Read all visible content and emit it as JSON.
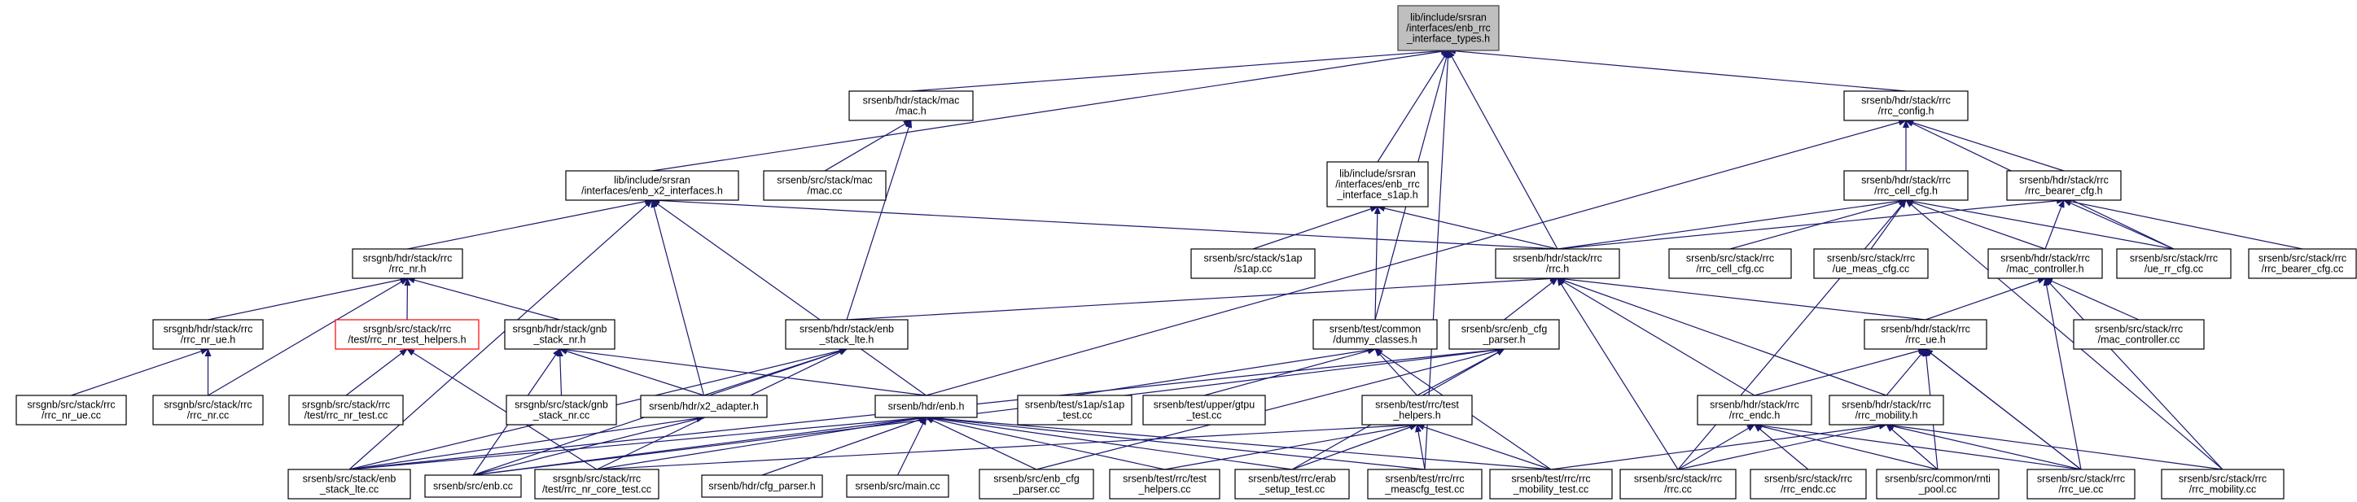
{
  "colors": {
    "edge": "#191970",
    "node_border": "#000000",
    "root_fill": "#bfbfbf",
    "highlight_border": "#ff0000"
  },
  "nodes": [
    {
      "id": "root",
      "lines": [
        "lib/include/srsran",
        "/interfaces/enb_rrc",
        "_interface_types.h"
      ],
      "style": "root"
    },
    {
      "id": "mac_h",
      "lines": [
        "srsenb/hdr/stack/mac",
        "/mac.h"
      ]
    },
    {
      "id": "rrc_config",
      "lines": [
        "srsenb/hdr/stack/rrc",
        "/rrc_config.h"
      ]
    },
    {
      "id": "x2_interfaces",
      "lines": [
        "lib/include/srsran",
        "/interfaces/enb_x2_interfaces.h"
      ]
    },
    {
      "id": "mac_cc",
      "lines": [
        "srsenb/src/stack/mac",
        "/mac.cc"
      ]
    },
    {
      "id": "rrc_interface_s1ap",
      "lines": [
        "lib/include/srsran",
        "/interfaces/enb_rrc",
        "_interface_s1ap.h"
      ]
    },
    {
      "id": "rrc_cell_cfg_h",
      "lines": [
        "srsenb/hdr/stack/rrc",
        "/rrc_cell_cfg.h"
      ]
    },
    {
      "id": "rrc_bearer_cfg_h",
      "lines": [
        "srsenb/hdr/stack/rrc",
        "/rrc_bearer_cfg.h"
      ]
    },
    {
      "id": "rrc_nr_h",
      "lines": [
        "srsgnb/hdr/stack/rrc",
        "/rrc_nr.h"
      ]
    },
    {
      "id": "s1ap_cc",
      "lines": [
        "srsenb/src/stack/s1ap",
        "/s1ap.cc"
      ]
    },
    {
      "id": "rrc_h",
      "lines": [
        "srsenb/hdr/stack/rrc",
        "/rrc.h"
      ]
    },
    {
      "id": "rrc_cell_cfg_cc",
      "lines": [
        "srsenb/src/stack/rrc",
        "/rrc_cell_cfg.cc"
      ]
    },
    {
      "id": "ue_meas_cfg_cc",
      "lines": [
        "srsenb/src/stack/rrc",
        "/ue_meas_cfg.cc"
      ]
    },
    {
      "id": "mac_controller_h",
      "lines": [
        "srsenb/hdr/stack/rrc",
        "/mac_controller.h"
      ]
    },
    {
      "id": "ue_rr_cfg_cc",
      "lines": [
        "srsenb/src/stack/rrc",
        "/ue_rr_cfg.cc"
      ]
    },
    {
      "id": "rrc_bearer_cfg_cc",
      "lines": [
        "srsenb/src/stack/rrc",
        "/rrc_bearer_cfg.cc"
      ]
    },
    {
      "id": "rrc_nr_ue_h",
      "lines": [
        "srsgnb/hdr/stack/rrc",
        "/rrc_nr_ue.h"
      ]
    },
    {
      "id": "rrc_nr_test_helpers_h",
      "lines": [
        "srsgnb/src/stack/rrc",
        "/test/rrc_nr_test_helpers.h"
      ],
      "style": "red"
    },
    {
      "id": "gnb_stack_nr_h",
      "lines": [
        "srsgnb/hdr/stack/gnb",
        "_stack_nr.h"
      ]
    },
    {
      "id": "enb_stack_lte_h",
      "lines": [
        "srsenb/hdr/stack/enb",
        "_stack_lte.h"
      ]
    },
    {
      "id": "dummy_classes_h",
      "lines": [
        "srsenb/test/common",
        "/dummy_classes.h"
      ]
    },
    {
      "id": "enb_cfg_parser_h",
      "lines": [
        "srsenb/src/enb_cfg",
        "_parser.h"
      ]
    },
    {
      "id": "rrc_ue_h",
      "lines": [
        "srsenb/hdr/stack/rrc",
        "/rrc_ue.h"
      ]
    },
    {
      "id": "mac_controller_cc",
      "lines": [
        "srsenb/src/stack/rrc",
        "/mac_controller.cc"
      ]
    },
    {
      "id": "rrc_nr_ue_cc",
      "lines": [
        "srsgnb/src/stack/rrc",
        "/rrc_nr_ue.cc"
      ]
    },
    {
      "id": "rrc_nr_cc",
      "lines": [
        "srsgnb/src/stack/rrc",
        "/rrc_nr.cc"
      ]
    },
    {
      "id": "rrc_nr_test_cc",
      "lines": [
        "srsgnb/src/stack/rrc",
        "/test/rrc_nr_test.cc"
      ]
    },
    {
      "id": "gnb_stack_nr_cc",
      "lines": [
        "srsgnb/src/stack/gnb",
        "_stack_nr.cc"
      ]
    },
    {
      "id": "x2_adapter_h",
      "lines": [
        "srsenb/hdr/x2_adapter.h"
      ]
    },
    {
      "id": "enb_h",
      "lines": [
        "srsenb/hdr/enb.h"
      ]
    },
    {
      "id": "s1ap_test_cc",
      "lines": [
        "srsenb/test/s1ap/s1ap",
        "_test.cc"
      ]
    },
    {
      "id": "gtpu_test_cc",
      "lines": [
        "srsenb/test/upper/gtpu",
        "_test.cc"
      ]
    },
    {
      "id": "rrc_test_helpers_h",
      "lines": [
        "srsenb/test/rrc/test",
        "_helpers.h"
      ]
    },
    {
      "id": "rrc_endc_h",
      "lines": [
        "srsenb/hdr/stack/rrc",
        "/rrc_endc.h"
      ]
    },
    {
      "id": "rrc_mobility_h",
      "lines": [
        "srsenb/hdr/stack/rrc",
        "/rrc_mobility.h"
      ]
    },
    {
      "id": "enb_stack_lte_cc",
      "lines": [
        "srsenb/src/stack/enb",
        "_stack_lte.cc"
      ]
    },
    {
      "id": "enb_cc",
      "lines": [
        "srsenb/src/enb.cc"
      ]
    },
    {
      "id": "rrc_nr_core_test_cc",
      "lines": [
        "srsgnb/src/stack/rrc",
        "/test/rrc_nr_core_test.cc"
      ]
    },
    {
      "id": "cfg_parser_h",
      "lines": [
        "srsenb/hdr/cfg_parser.h"
      ]
    },
    {
      "id": "main_cc",
      "lines": [
        "srsenb/src/main.cc"
      ]
    },
    {
      "id": "enb_cfg_parser_cc",
      "lines": [
        "srsenb/src/enb_cfg",
        "_parser.cc"
      ]
    },
    {
      "id": "test_helpers_cc",
      "lines": [
        "srsenb/test/rrc/test",
        "_helpers.cc"
      ]
    },
    {
      "id": "erab_setup_test_cc",
      "lines": [
        "srsenb/test/rrc/erab",
        "_setup_test.cc"
      ]
    },
    {
      "id": "meascfg_test_cc",
      "lines": [
        "srsenb/test/rrc/rrc",
        "_meascfg_test.cc"
      ]
    },
    {
      "id": "mobility_test_cc",
      "lines": [
        "srsenb/test/rrc/rrc",
        "_mobility_test.cc"
      ]
    },
    {
      "id": "rrc_cc",
      "lines": [
        "srsenb/src/stack/rrc",
        "/rrc.cc"
      ]
    },
    {
      "id": "rrc_endc_cc",
      "lines": [
        "srsenb/src/stack/rrc",
        "/rrc_endc.cc"
      ]
    },
    {
      "id": "rnti_pool_cc",
      "lines": [
        "srsenb/src/common/rnti",
        "_pool.cc"
      ]
    },
    {
      "id": "rrc_ue_cc",
      "lines": [
        "srsenb/src/stack/rrc",
        "/rrc_ue.cc"
      ]
    },
    {
      "id": "rrc_mobility_cc",
      "lines": [
        "srsenb/src/stack/rrc",
        "/rrc_mobility.cc"
      ]
    }
  ],
  "edges": [
    [
      "mac_h",
      "root"
    ],
    [
      "rrc_config",
      "root"
    ],
    [
      "x2_interfaces",
      "root"
    ],
    [
      "rrc_interface_s1ap",
      "root"
    ],
    [
      "dummy_classes_h",
      "root"
    ],
    [
      "meascfg_test_cc",
      "root"
    ],
    [
      "rrc_h",
      "root"
    ],
    [
      "mac_cc",
      "mac_h"
    ],
    [
      "enb_stack_lte_h",
      "mac_h"
    ],
    [
      "rrc_cell_cfg_h",
      "rrc_config"
    ],
    [
      "rrc_bearer_cfg_h",
      "rrc_config"
    ],
    [
      "ue_rr_cfg_cc",
      "rrc_config"
    ],
    [
      "enb_h",
      "rrc_config"
    ],
    [
      "rrc_nr_h",
      "x2_interfaces"
    ],
    [
      "rrc_h",
      "x2_interfaces"
    ],
    [
      "x2_adapter_h",
      "x2_interfaces"
    ],
    [
      "enb_h",
      "x2_interfaces"
    ],
    [
      "enb_stack_lte_cc",
      "x2_interfaces"
    ],
    [
      "s1ap_cc",
      "rrc_interface_s1ap"
    ],
    [
      "rrc_h",
      "rrc_interface_s1ap"
    ],
    [
      "dummy_classes_h",
      "rrc_interface_s1ap"
    ],
    [
      "rrc_h",
      "rrc_cell_cfg_h"
    ],
    [
      "rrc_cell_cfg_cc",
      "rrc_cell_cfg_h"
    ],
    [
      "ue_meas_cfg_cc",
      "rrc_cell_cfg_h"
    ],
    [
      "mac_controller_h",
      "rrc_cell_cfg_h"
    ],
    [
      "ue_rr_cfg_cc",
      "rrc_cell_cfg_h"
    ],
    [
      "rrc_cc",
      "rrc_cell_cfg_h"
    ],
    [
      "rrc_mobility_cc",
      "rrc_cell_cfg_h"
    ],
    [
      "rrc_h",
      "rrc_bearer_cfg_h"
    ],
    [
      "mac_controller_h",
      "rrc_bearer_cfg_h"
    ],
    [
      "ue_rr_cfg_cc",
      "rrc_bearer_cfg_h"
    ],
    [
      "rrc_bearer_cfg_cc",
      "rrc_bearer_cfg_h"
    ],
    [
      "rrc_nr_ue_h",
      "rrc_nr_h"
    ],
    [
      "rrc_nr_test_helpers_h",
      "rrc_nr_h"
    ],
    [
      "gnb_stack_nr_h",
      "rrc_nr_h"
    ],
    [
      "rrc_nr_cc",
      "rrc_nr_h"
    ],
    [
      "enb_stack_lte_h",
      "rrc_h"
    ],
    [
      "enb_cfg_parser_h",
      "rrc_h"
    ],
    [
      "rrc_ue_h",
      "rrc_h"
    ],
    [
      "rrc_endc_h",
      "rrc_h"
    ],
    [
      "rrc_mobility_h",
      "rrc_h"
    ],
    [
      "rrc_cc",
      "rrc_h"
    ],
    [
      "rrc_ue_h",
      "mac_controller_h"
    ],
    [
      "mac_controller_cc",
      "mac_controller_h"
    ],
    [
      "rrc_ue_cc",
      "mac_controller_h"
    ],
    [
      "rrc_mobility_cc",
      "mac_controller_h"
    ],
    [
      "rrc_nr_ue_cc",
      "rrc_nr_ue_h"
    ],
    [
      "rrc_nr_cc",
      "rrc_nr_ue_h"
    ],
    [
      "rrc_nr_test_cc",
      "rrc_nr_test_helpers_h"
    ],
    [
      "rrc_nr_core_test_cc",
      "rrc_nr_test_helpers_h"
    ],
    [
      "gnb_stack_nr_cc",
      "gnb_stack_nr_h"
    ],
    [
      "x2_adapter_h",
      "gnb_stack_nr_h"
    ],
    [
      "enb_h",
      "gnb_stack_nr_h"
    ],
    [
      "enb_cc",
      "gnb_stack_nr_h"
    ],
    [
      "x2_adapter_h",
      "enb_stack_lte_h"
    ],
    [
      "enb_stack_lte_cc",
      "enb_stack_lte_h"
    ],
    [
      "enb_cc",
      "enb_stack_lte_h"
    ],
    [
      "rrc_nr_core_test_cc",
      "enb_stack_lte_h"
    ],
    [
      "s1ap_test_cc",
      "dummy_classes_h"
    ],
    [
      "gtpu_test_cc",
      "dummy_classes_h"
    ],
    [
      "rrc_test_helpers_h",
      "dummy_classes_h"
    ],
    [
      "mobility_test_cc",
      "dummy_classes_h"
    ],
    [
      "rrc_test_helpers_h",
      "enb_cfg_parser_h"
    ],
    [
      "enb_cfg_parser_cc",
      "enb_cfg_parser_h"
    ],
    [
      "erab_setup_test_cc",
      "enb_cfg_parser_h"
    ],
    [
      "enb_cc",
      "enb_cfg_parser_h"
    ],
    [
      "enb_stack_lte_cc",
      "enb_cfg_parser_h"
    ],
    [
      "rrc_endc_h",
      "rrc_ue_h"
    ],
    [
      "rrc_mobility_h",
      "rrc_ue_h"
    ],
    [
      "rnti_pool_cc",
      "rrc_ue_h"
    ],
    [
      "rrc_ue_cc",
      "rrc_ue_h"
    ],
    [
      "enb_stack_lte_cc",
      "x2_adapter_h"
    ],
    [
      "enb_cc",
      "x2_adapter_h"
    ],
    [
      "enb_stack_lte_cc",
      "enb_h"
    ],
    [
      "enb_cc",
      "enb_h"
    ],
    [
      "rrc_nr_core_test_cc",
      "enb_h"
    ],
    [
      "cfg_parser_h",
      "enb_h"
    ],
    [
      "main_cc",
      "enb_h"
    ],
    [
      "enb_cfg_parser_cc",
      "enb_h"
    ],
    [
      "test_helpers_cc",
      "enb_h"
    ],
    [
      "erab_setup_test_cc",
      "enb_h"
    ],
    [
      "meascfg_test_cc",
      "enb_h"
    ],
    [
      "mobility_test_cc",
      "enb_h"
    ],
    [
      "test_helpers_cc",
      "rrc_test_helpers_h"
    ],
    [
      "erab_setup_test_cc",
      "rrc_test_helpers_h"
    ],
    [
      "meascfg_test_cc",
      "rrc_test_helpers_h"
    ],
    [
      "mobility_test_cc",
      "rrc_test_helpers_h"
    ],
    [
      "rrc_nr_core_test_cc",
      "rrc_test_helpers_h"
    ],
    [
      "rrc_cc",
      "rrc_endc_h"
    ],
    [
      "rrc_endc_cc",
      "rrc_endc_h"
    ],
    [
      "rnti_pool_cc",
      "rrc_endc_h"
    ],
    [
      "rrc_ue_cc",
      "rrc_endc_h"
    ],
    [
      "rrc_cc",
      "rrc_mobility_h"
    ],
    [
      "rnti_pool_cc",
      "rrc_mobility_h"
    ],
    [
      "rrc_ue_cc",
      "rrc_mobility_h"
    ],
    [
      "rrc_mobility_cc",
      "rrc_mobility_h"
    ],
    [
      "mobility_test_cc",
      "rrc_mobility_h"
    ],
    [
      "rrc_ue_cc",
      "rrc_ue_h"
    ]
  ]
}
